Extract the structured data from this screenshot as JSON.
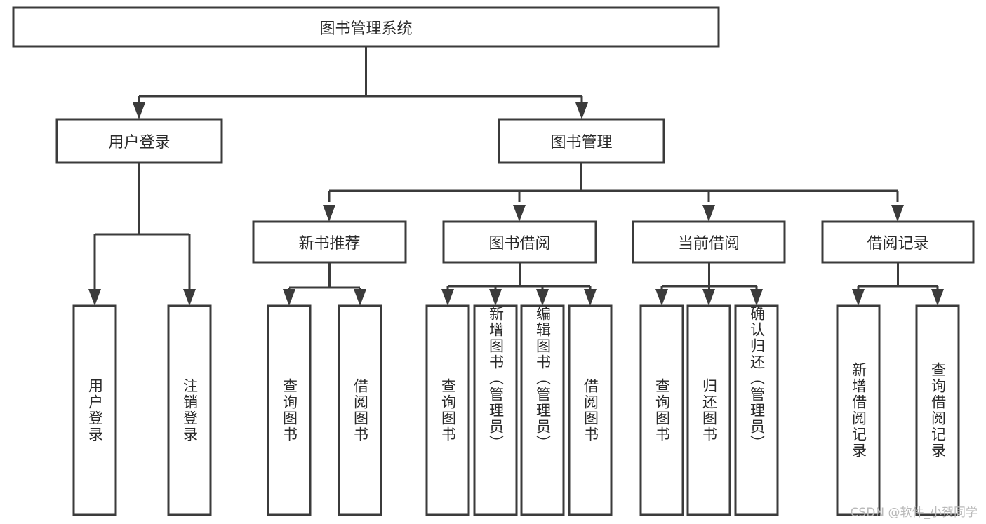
{
  "diagram": {
    "type": "tree",
    "title": "图书管理系统",
    "orientation": "top-down",
    "colors": {
      "stroke": "#3b3b3b",
      "box_fill": "#ffffff",
      "text": "#2a2a2a",
      "background": "#ffffff",
      "watermark": "#b9b9b9"
    },
    "nodes": {
      "root": {
        "label": "图书管理系统",
        "orientation": "horizontal"
      },
      "level2": [
        {
          "id": "user-login",
          "label": "用户登录",
          "orientation": "horizontal"
        },
        {
          "id": "book-manage",
          "label": "图书管理",
          "orientation": "horizontal"
        }
      ],
      "level3": [
        {
          "id": "new-book-recommend",
          "label": "新书推荐",
          "orientation": "horizontal"
        },
        {
          "id": "book-borrow",
          "label": "图书借阅",
          "orientation": "horizontal"
        },
        {
          "id": "current-borrow",
          "label": "当前借阅",
          "orientation": "horizontal"
        },
        {
          "id": "borrow-record",
          "label": "借阅记录",
          "orientation": "horizontal"
        }
      ],
      "leaves": {
        "user-login": [
          {
            "id": "leaf-user-login",
            "label": "用户登录",
            "orientation": "vertical"
          },
          {
            "id": "leaf-logout-login",
            "label": "注销登录",
            "orientation": "vertical"
          }
        ],
        "new-book-recommend": [
          {
            "id": "leaf-query-book-1",
            "label": "查询图书",
            "orientation": "vertical"
          },
          {
            "id": "leaf-borrow-book-1",
            "label": "借阅图书",
            "orientation": "vertical"
          }
        ],
        "book-borrow": [
          {
            "id": "leaf-query-book-2",
            "label": "查询图书",
            "orientation": "vertical"
          },
          {
            "id": "leaf-add-book",
            "label": "新增图书（管理员）",
            "orientation": "vertical"
          },
          {
            "id": "leaf-edit-book",
            "label": "编辑图书（管理员）",
            "orientation": "vertical"
          },
          {
            "id": "leaf-borrow-book-2",
            "label": "借阅图书",
            "orientation": "vertical"
          }
        ],
        "current-borrow": [
          {
            "id": "leaf-query-book-3",
            "label": "查询图书",
            "orientation": "vertical"
          },
          {
            "id": "leaf-return-book",
            "label": "归还图书",
            "orientation": "vertical"
          },
          {
            "id": "leaf-confirm-return",
            "label": "确认归还（管理员）",
            "orientation": "vertical"
          }
        ],
        "borrow-record": [
          {
            "id": "leaf-add-record",
            "label": "新增借阅记录",
            "orientation": "vertical"
          },
          {
            "id": "leaf-query-record",
            "label": "查询借阅记录",
            "orientation": "vertical"
          }
        ]
      }
    }
  },
  "watermark": {
    "text": "CSDN @软件_小贺同学"
  }
}
